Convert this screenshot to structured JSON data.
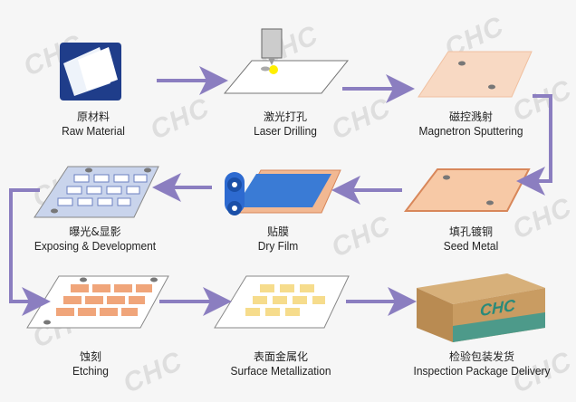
{
  "watermark": "CHC",
  "arrow_color": "#8b7ec0",
  "steps": [
    {
      "cn": "原材料",
      "en": "Raw Material"
    },
    {
      "cn": "激光打孔",
      "en": "Laser Drilling"
    },
    {
      "cn": "磁控溅射",
      "en": "Magnetron Sputtering"
    },
    {
      "cn": "填孔镀铜",
      "en": "Seed Metal"
    },
    {
      "cn": "贴膜",
      "en": "Dry Film"
    },
    {
      "cn": "曝光&显影",
      "en": "Exposing & Development"
    },
    {
      "cn": "蚀刻",
      "en": "Etching"
    },
    {
      "cn": "表面金属化",
      "en": "Surface  Metallization"
    },
    {
      "cn": "检验包装发货",
      "en": "Inspection Package Delivery"
    }
  ],
  "box_logo": "CHC"
}
